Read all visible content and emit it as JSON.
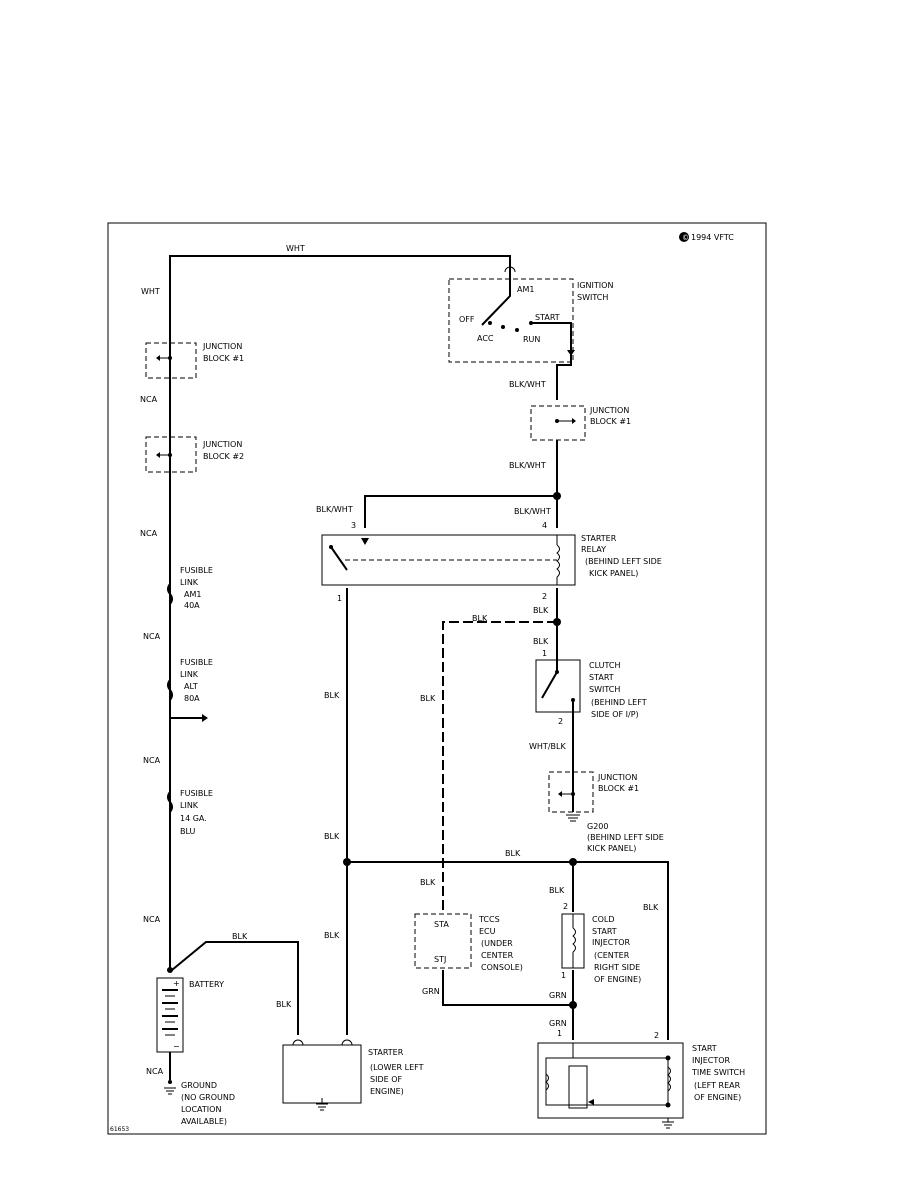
{
  "header": {
    "copyright": "1994 VFTC",
    "figure_number": "61653"
  },
  "components": {
    "ignition_switch": {
      "name_1": "IGNITION",
      "name_2": "SWITCH",
      "pin": "AM1",
      "pos_off": "OFF",
      "pos_acc": "ACC",
      "pos_start": "START",
      "pos_run": "RUN"
    },
    "jb1_left": {
      "line1": "JUNCTION",
      "line2": "BLOCK #1"
    },
    "jb2_left": {
      "line1": "JUNCTION",
      "line2": "BLOCK #2"
    },
    "jb1_right": {
      "line1": "JUNCTION",
      "line2": "BLOCK #1"
    },
    "jb1_lower": {
      "line1": "JUNCTION",
      "line2": "BLOCK #1"
    },
    "starter_relay": {
      "line1": "STARTER",
      "line2": "RELAY",
      "line3": "(BEHIND LEFT SIDE",
      "line4": "KICK PANEL)",
      "pin3": "3",
      "pin4": "4",
      "pin1": "1",
      "pin2": "2"
    },
    "fusible_am1": {
      "line1": "FUSIBLE",
      "line2": "LINK",
      "line3": "AM1",
      "line4": "40A"
    },
    "fusible_alt": {
      "line1": "FUSIBLE",
      "line2": "LINK",
      "line3": "ALT",
      "line4": "80A"
    },
    "fusible_14ga": {
      "line1": "FUSIBLE",
      "line2": "LINK",
      "line3": "14 GA.",
      "line4": "BLU"
    },
    "clutch_switch": {
      "line1": "CLUTCH",
      "line2": "START",
      "line3": "SWITCH",
      "line4": "(BEHIND LEFT",
      "line5": "SIDE OF I/P)",
      "pin1": "1",
      "pin2": "2"
    },
    "g200": {
      "line1": "G200",
      "line2": "(BEHIND LEFT SIDE",
      "line3": "KICK PANEL)"
    },
    "tccs_ecu": {
      "line1": "TCCS",
      "line2": "ECU",
      "line3": "(UNDER",
      "line4": "CENTER",
      "line5": "CONSOLE)",
      "pin_sta": "STA",
      "pin_stj": "STJ"
    },
    "cold_start_injector": {
      "line1": "COLD",
      "line2": "START",
      "line3": "INJECTOR",
      "line4": "(CENTER",
      "line5": "RIGHT SIDE",
      "line6": "OF ENGINE)",
      "pin2": "2",
      "pin1": "1"
    },
    "battery": {
      "label": "BATTERY",
      "plus": "+",
      "minus": "−"
    },
    "ground": {
      "line1": "GROUND",
      "line2": "(NO GROUND",
      "line3": "LOCATION",
      "line4": "AVAILABLE)"
    },
    "starter": {
      "line1": "STARTER",
      "line2": "(LOWER LEFT",
      "line3": "SIDE OF",
      "line4": "ENGINE)"
    },
    "start_injector_time_switch": {
      "line1": "START",
      "line2": "INJECTOR",
      "line3": "TIME SWITCH",
      "line4": "(LEFT REAR",
      "line5": "OF ENGINE)",
      "pin1": "1",
      "pin2": "2"
    }
  },
  "wires": {
    "wht_top": "WHT",
    "wht_left": "WHT",
    "nca_1": "NCA",
    "nca_2": "NCA",
    "nca_3": "NCA",
    "nca_4": "NCA",
    "nca_5": "NCA",
    "nca_6": "NCA",
    "blkwht_1": "BLK/WHT",
    "blkwht_2": "BLK/WHT",
    "blkwht_3": "BLK/WHT",
    "blkwht_4": "BLK/WHT",
    "blk_relay_out": "BLK",
    "blk_dashed": "BLK",
    "blk_clutch_in": "BLK",
    "whtblk": "WHT/BLK",
    "blk_left_vert": "BLK",
    "blk_ecu_vert": "BLK",
    "blk_left_lower": "BLK",
    "blk_horiz": "BLK",
    "blk_ecu_lower": "BLK",
    "blk_injector": "BLK",
    "blk_right_vert": "BLK",
    "blk_starter_lower": "BLK",
    "blk_batt_top": "BLK",
    "blk_batt_vert": "BLK",
    "grn_ecu": "GRN",
    "grn_injector": "GRN",
    "grn_timeswitch": "GRN"
  }
}
